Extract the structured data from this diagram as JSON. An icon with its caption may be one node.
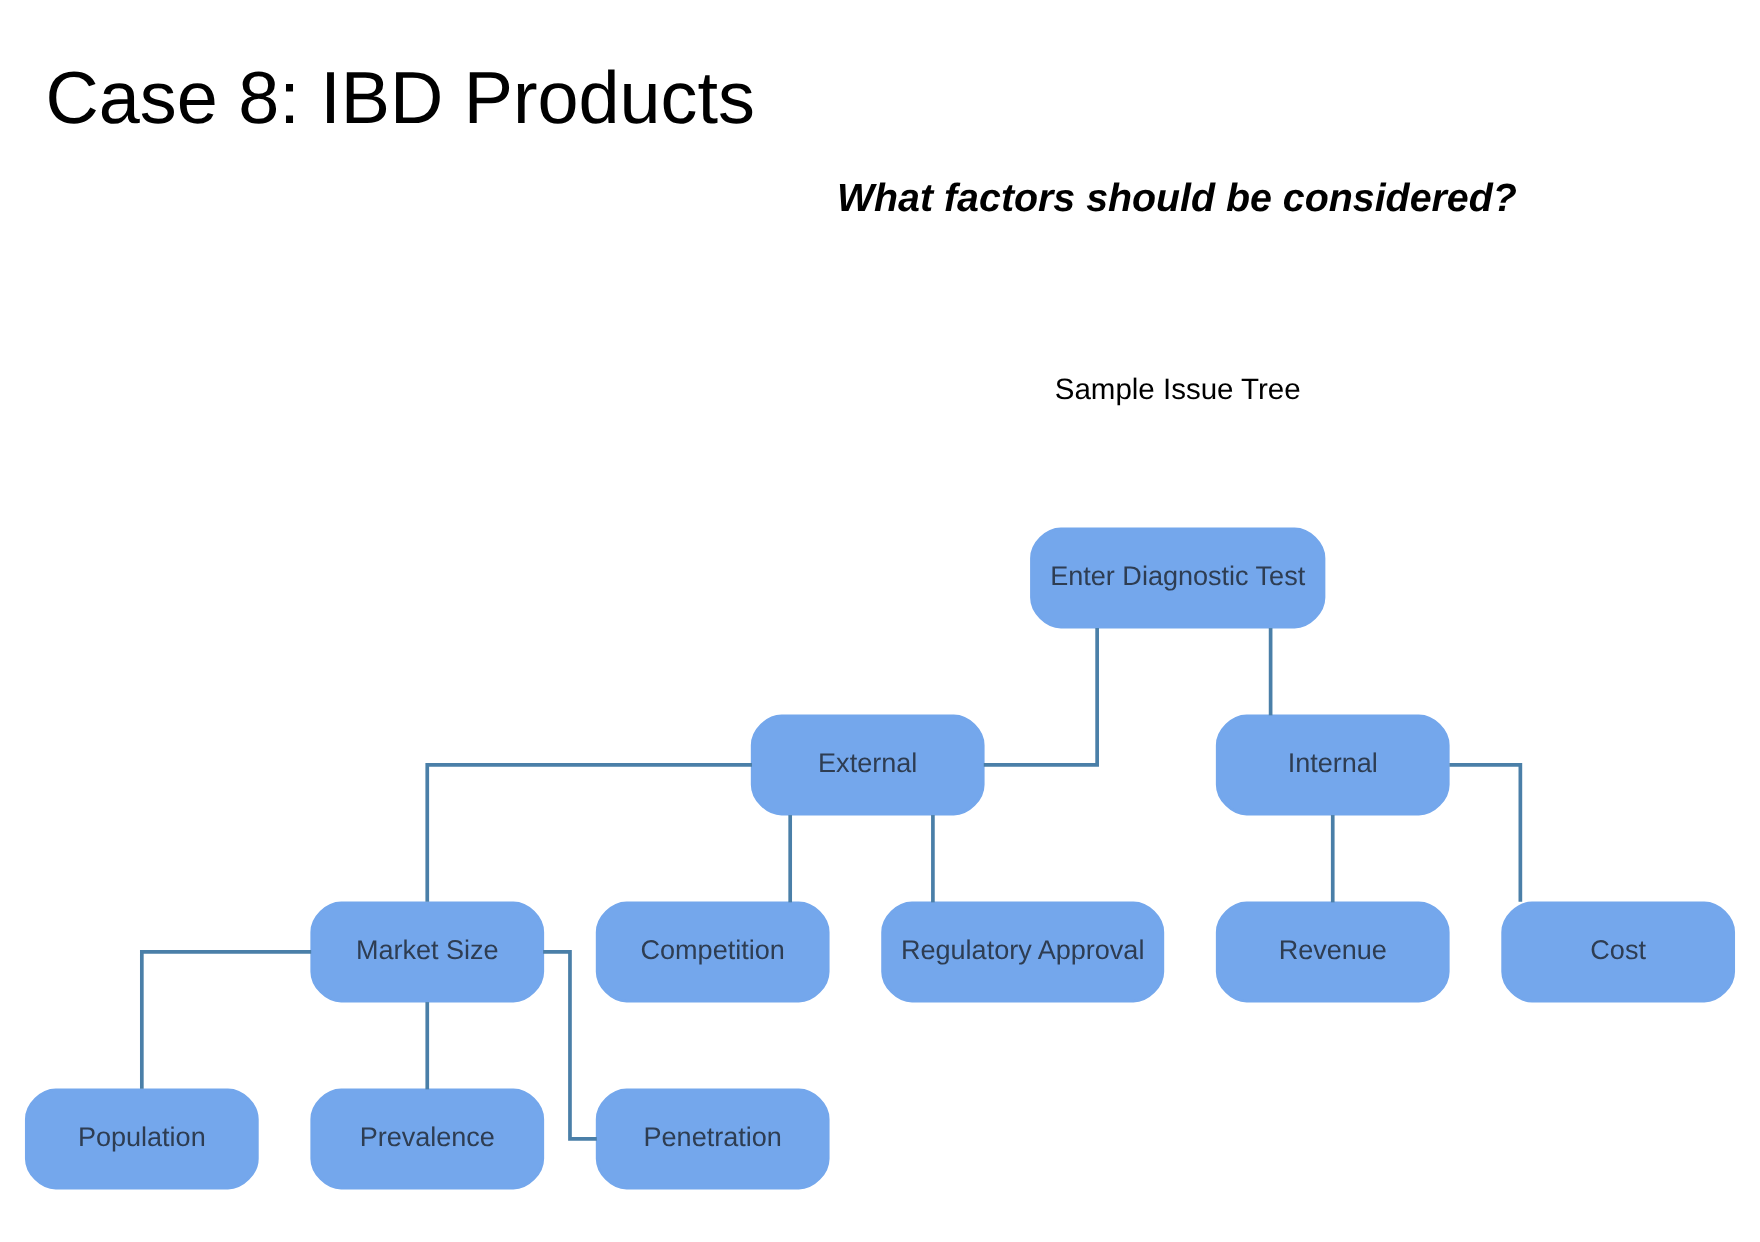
{
  "diagram": {
    "title": "Case 8: IBD Products",
    "nodes": [
      {
        "text": [
          "Enter Diagnostic Test"
        ]
      },
      {
        "text": [
          "External"
        ]
      },
      {
        "text": [
          "Internal"
        ]
      },
      {
        "text": [
          "Market Size"
        ]
      },
      {
        "text": [
          "Competition"
        ]
      },
      {
        "text": [
          "Regulatory Approval"
        ]
      },
      {
        "text": [
          "Revenue"
        ]
      },
      {
        "text": [
          "Cost"
        ]
      },
      {
        "text": [
          "Population"
        ]
      },
      {
        "text": [
          "Prevalence"
        ]
      },
      {
        "text": [
          "Penetration"
        ]
      }
    ],
    "edges": [
      {
        "from": 0,
        "to": 1,
        "arrow": "none"
      },
      {
        "from": 0,
        "to": 2,
        "arrow": "none"
      },
      {
        "from": 1,
        "to": 3,
        "arrow": "none"
      },
      {
        "from": 1,
        "to": 4,
        "arrow": "none"
      },
      {
        "from": 1,
        "to": 5,
        "arrow": "none"
      },
      {
        "from": 2,
        "to": 6,
        "arrow": "none"
      },
      {
        "from": 2,
        "to": 7,
        "arrow": "none"
      },
      {
        "from": 3,
        "to": 8,
        "arrow": "none"
      },
      {
        "from": 3,
        "to": 9,
        "arrow": "none"
      },
      {
        "from": 3,
        "to": 10,
        "arrow": "none"
      }
    ],
    "labels": [
      "What factors should be considered?",
      "Sample Issue Tree"
    ]
  }
}
